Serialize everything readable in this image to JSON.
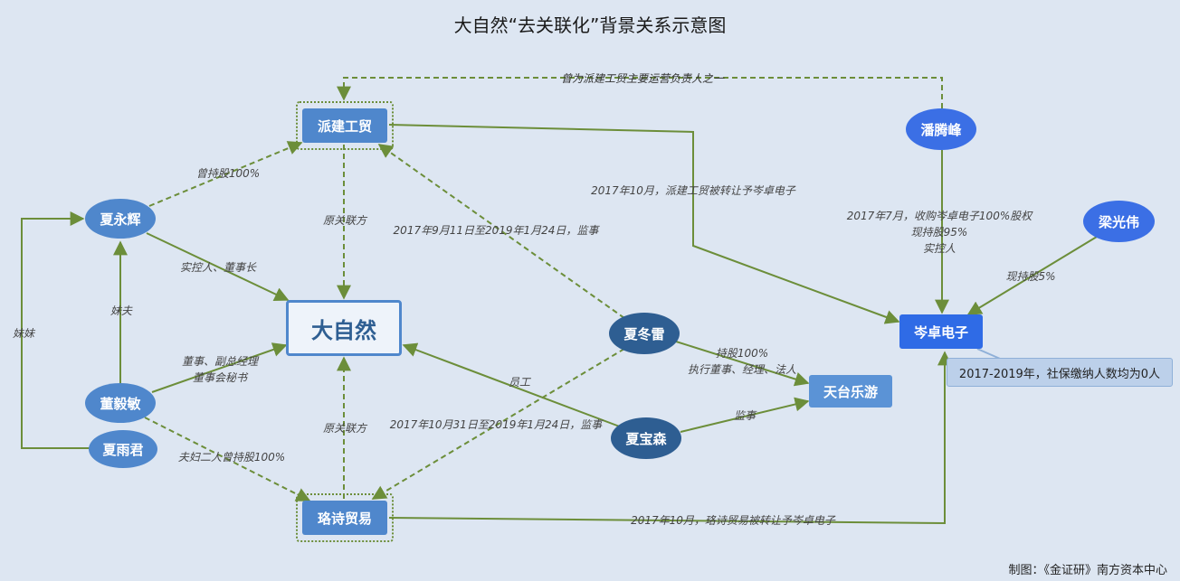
{
  "title": "大自然“去关联化”背景关系示意图",
  "credit": "制图：《金证研》南方资本中心",
  "nodes": {
    "paijian": "派建工贸",
    "luoshi": "珞诗贸易",
    "daziran": "大自然",
    "xiayonghui": "夏永辉",
    "dongyimin": "董毅敏",
    "xiayujun": "夏雨君",
    "xiadonglei": "夏冬雷",
    "xiabaosen": "夏宝森",
    "tiantai": "天台乐游",
    "panqifeng": "潘腾峰",
    "liangguangwei": "梁光伟",
    "cenzhuo": "岑卓电子"
  },
  "note": "2017-2019年，社保缴纳人数均为0人",
  "edges": {
    "pan_to_paijian": "曾为派建工贸主要运营负责人之一",
    "xyh_paijian": "曾持股100%",
    "xyh_daziran": "实控人、董事长",
    "dym_xyh": "妹夫",
    "xyj_xyh": "妹妹",
    "dym_daziran_1": "董事、副总经理",
    "dym_daziran_2": "董事会秘书",
    "couple_luoshi": "夫妇二人曾持股100%",
    "paijian_daziran": "原关联方",
    "luoshi_daziran": "原关联方",
    "xdl_paijian": "2017年9月11日至2019年1月24日，监事",
    "xdl_luoshi": "2017年10月31日至2019年1月24日，监事",
    "paijian_cenzhuo": "2017年10月，派建工贸被转让予岑卓电子",
    "luoshi_cenzhuo": "2017年10月，珞诗贸易被转让予岑卓电子",
    "pan_cenzhuo_1": "2017年7月，收购岑卓电子100%股权",
    "pan_cenzhuo_2": "现持股95%",
    "pan_cenzhuo_3": "实控人",
    "lgw_cenzhuo": "现持股5%",
    "xdl_tiantai_1": "持股100%",
    "xdl_tiantai_2": "执行董事、经理、法人",
    "xbs_tiantai": "监事",
    "xbs_daziran": "员工"
  }
}
